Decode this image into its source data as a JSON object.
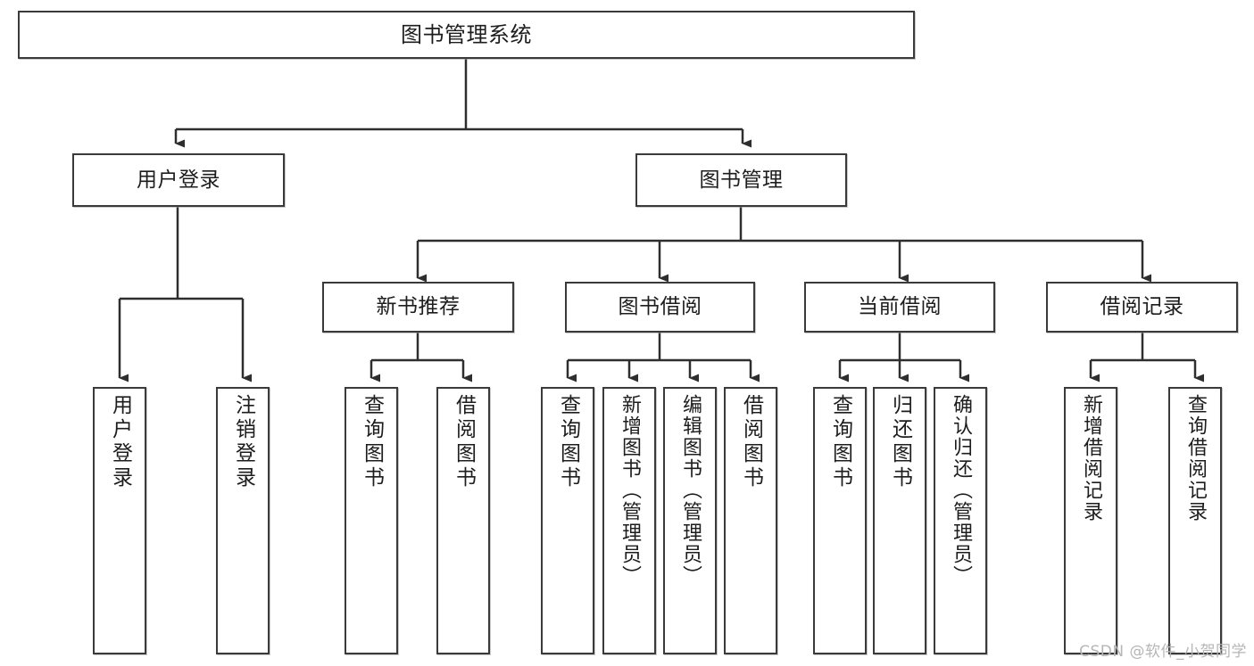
{
  "diagram": {
    "title": "图书管理系统",
    "type": "tree-hierarchy-chart",
    "watermark": "CSDN @软件_小贺同学",
    "colors": {
      "node_border": "#3a3a3a",
      "node_fill": "#ffffff",
      "edge": "#2e2e2e",
      "text": "#1d1d1d",
      "watermark": "#b6b6b6"
    },
    "root": {
      "label": "图书管理系统"
    },
    "level2": [
      {
        "id": "user-login",
        "label": "用户登录"
      },
      {
        "id": "book-management",
        "label": "图书管理"
      }
    ],
    "level3": [
      {
        "id": "new-book-recommend",
        "label": "新书推荐"
      },
      {
        "id": "book-borrow",
        "label": "图书借阅"
      },
      {
        "id": "current-borrow",
        "label": "当前借阅"
      },
      {
        "id": "borrow-record",
        "label": "借阅记录"
      }
    ],
    "leaves": {
      "user_login": [
        {
          "id": "leaf-user-login",
          "label": "用户登录"
        },
        {
          "id": "leaf-logout-login",
          "label": "注销登录"
        }
      ],
      "new_book_recommend": [
        {
          "id": "leaf-query-book-1",
          "label": "查询图书"
        },
        {
          "id": "leaf-borrow-book-1",
          "label": "借阅图书"
        }
      ],
      "book_borrow": [
        {
          "id": "leaf-query-book-2",
          "label": "查询图书"
        },
        {
          "id": "leaf-add-book",
          "label": "新增图书（管理员）"
        },
        {
          "id": "leaf-edit-book",
          "label": "编辑图书（管理员）"
        },
        {
          "id": "leaf-borrow-book-2",
          "label": "借阅图书"
        }
      ],
      "current_borrow": [
        {
          "id": "leaf-query-book-3",
          "label": "查询图书"
        },
        {
          "id": "leaf-return-book",
          "label": "归还图书"
        },
        {
          "id": "leaf-confirm-return",
          "label": "确认归还（管理员）"
        }
      ],
      "borrow_record": [
        {
          "id": "leaf-add-record",
          "label": "新增借阅记录"
        },
        {
          "id": "leaf-query-record",
          "label": "查询借阅记录"
        }
      ]
    }
  }
}
